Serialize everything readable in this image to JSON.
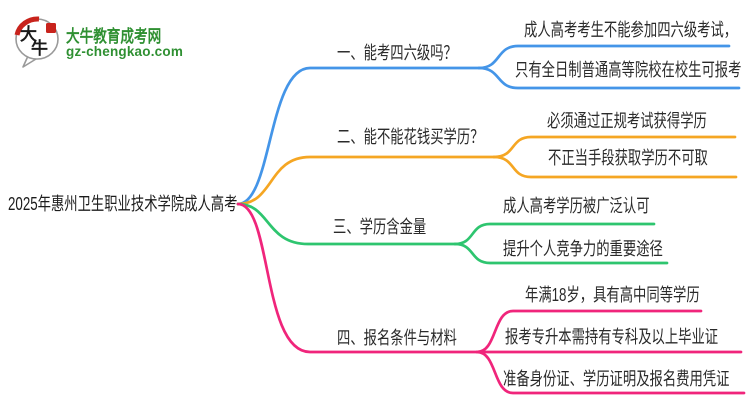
{
  "logo": {
    "icon_char_top": "大",
    "icon_char_bottom": "牛",
    "site_name": "大牛教育成考网",
    "site_domain": "gz-chengkao.com",
    "brand_green": "#2f9032",
    "seal_red": "#c8231c"
  },
  "mindmap": {
    "root": {
      "label": "2025年惠州卫生职业技术学院成人高考"
    },
    "branches": [
      {
        "label": "一、能考四六级吗？",
        "color": "#4495e8",
        "children": [
          "成人高考考生不能参加四六级考试，",
          "只有全日制普通高等院校在校生可报考"
        ]
      },
      {
        "label": "二、能不能花钱买学历？",
        "color": "#f5a623",
        "children": [
          "必须通过正规考试获得学历",
          "不正当手段获取学历不可取"
        ]
      },
      {
        "label": "三、学历含金量",
        "color": "#2ec56f",
        "children": [
          "成人高考学历被广泛认可",
          "提升个人竞争力的重要途径"
        ]
      },
      {
        "label": "四、报名条件与材料",
        "color": "#f0257b",
        "children": [
          "年满18岁，具有高中同等学历",
          "报考专升本需持有专科及以上毕业证",
          "准备身份证、学历证明及报名费用凭证"
        ]
      }
    ]
  }
}
